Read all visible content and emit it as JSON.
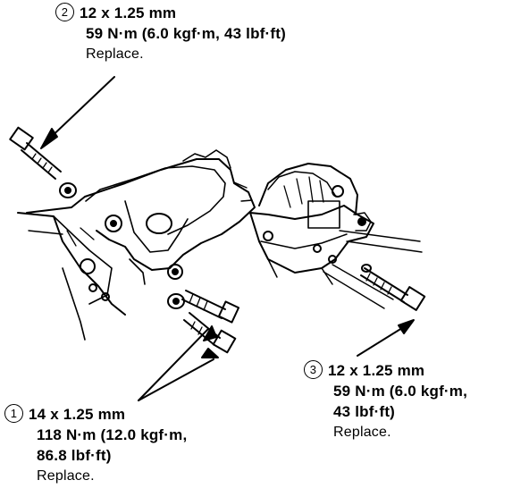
{
  "callouts": {
    "bolt2": {
      "number": "2",
      "size": "12 x 1.25 mm",
      "torque": "59 N·m (6.0 kgf·m, 43 lbf·ft)",
      "note": "Replace."
    },
    "bolt3": {
      "number": "3",
      "size": "12 x 1.25 mm",
      "torque_line1": "59 N·m (6.0 kgf·m,",
      "torque_line2": "43 lbf·ft)",
      "note": "Replace."
    },
    "bolt1": {
      "number": "1",
      "size": "14 x 1.25 mm",
      "torque_line1": "118 N·m (12.0 kgf·m,",
      "torque_line2": "86.8 lbf·ft)",
      "note": "Replace."
    }
  },
  "colors": {
    "ink": "#000000",
    "paper": "#ffffff"
  }
}
